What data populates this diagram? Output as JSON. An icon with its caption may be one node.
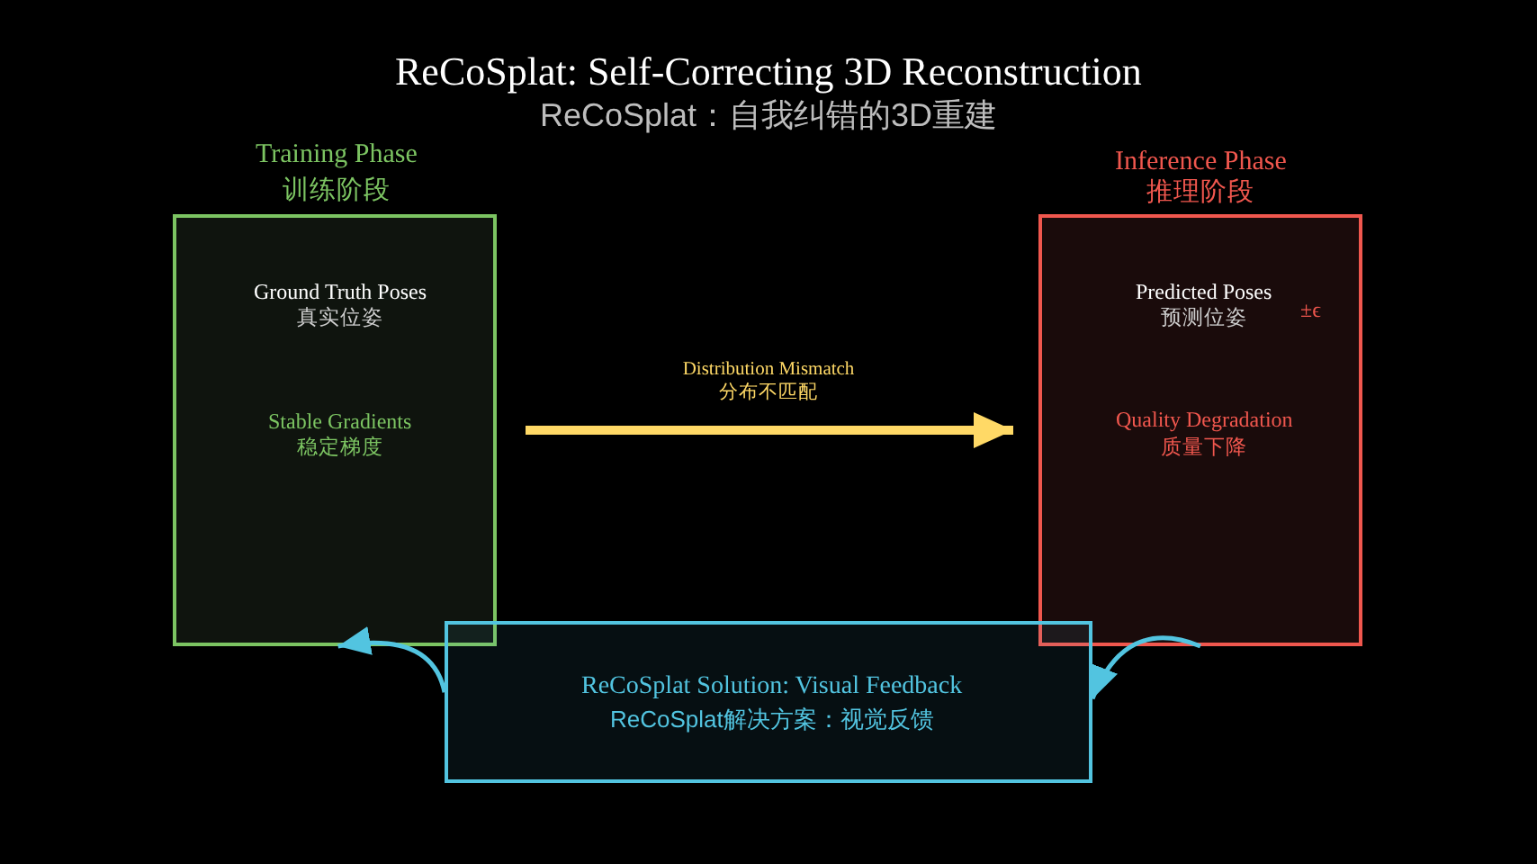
{
  "diagram": {
    "title": "ReCoSplat: Self-Correcting 3D Reconstruction",
    "nodes": [
      {
        "text": [
          "Training Phase",
          "训练阶段",
          "Ground Truth Poses",
          "真实位姿",
          "Stable Gradients",
          "稳定梯度"
        ]
      },
      {
        "text": [
          "Inference Phase",
          "推理阶段",
          "Predicted Poses",
          "预测位姿",
          "±ϵ",
          "Quality Degradation",
          "质量下降"
        ]
      },
      {
        "text": [
          "ReCoSplat Solution: Visual Feedback",
          "ReCoSplat解决方案：视觉反馈"
        ]
      }
    ],
    "edges": [
      {
        "from": 0,
        "to": 1,
        "arrow": "to",
        "label": "Distribution Mismatch 分布不匹配",
        "style": "thick",
        "color": "#ffd966"
      },
      {
        "from": 2,
        "to": 0,
        "arrow": "to"
      },
      {
        "from": 1,
        "to": 2,
        "arrow": "to"
      }
    ],
    "labels": [
      "ReCoSplat：自我纠错的3D重建"
    ]
  }
}
